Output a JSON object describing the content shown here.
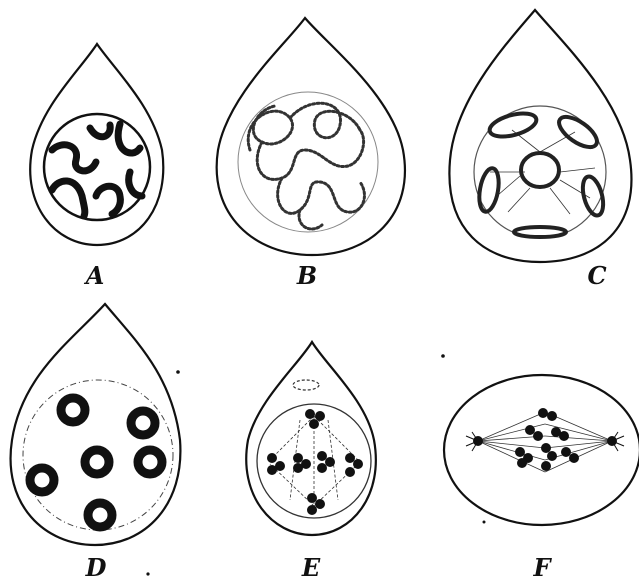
{
  "figure": {
    "labels": {
      "a": "A",
      "b": "B",
      "c": "C",
      "d": "D",
      "e": "E",
      "f": "F"
    }
  }
}
